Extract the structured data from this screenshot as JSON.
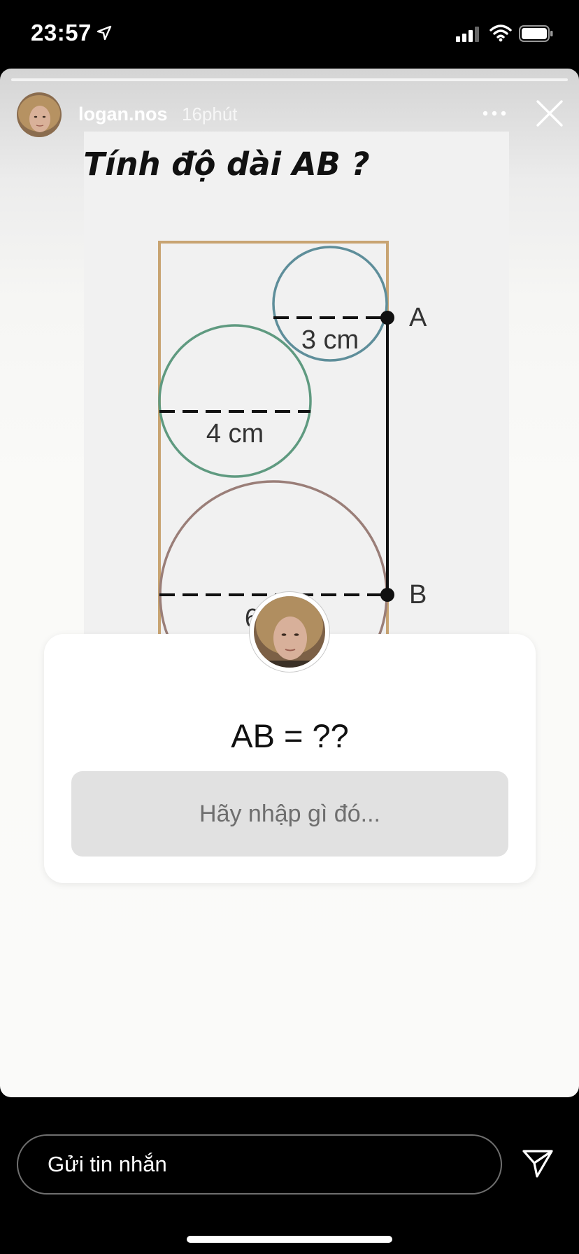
{
  "status_bar": {
    "time": "23:57"
  },
  "story": {
    "username": "logan.nos",
    "time_ago": "16phút"
  },
  "figure": {
    "title": "Tính độ dài AB ?",
    "labels": {
      "small": "3 cm",
      "medium": "4 cm",
      "large": "6 cm",
      "point_a": "A",
      "point_b": "B"
    }
  },
  "sticker": {
    "question": "AB = ??",
    "input_placeholder": "Hãy nhập gì đó..."
  },
  "message_bar": {
    "placeholder": "Gửi tin nhắn"
  },
  "colors": {
    "rectangle": "#c8a472",
    "small_circle": "#5e8e9a",
    "medium_circle": "#5f9a80",
    "large_circle": "#9a7e78",
    "input_bg": "#e1e1e1"
  },
  "icons": [
    "location-arrow-icon",
    "signal-icon",
    "wifi-icon",
    "battery-icon",
    "more-icon",
    "close-icon",
    "send-icon"
  ]
}
